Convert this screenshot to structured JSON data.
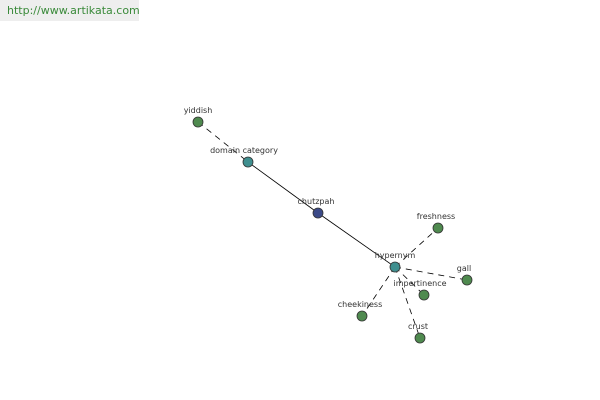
{
  "banner": {
    "url": "http://www.artikata.com"
  },
  "colors": {
    "background": "#ffffff",
    "banner_bg": "#eeeeee",
    "banner_text": "#3a8a3a",
    "edge": "#000000",
    "node_stroke": "#333333",
    "leaf_node": "#4f8a4f",
    "relation_node": "#3f8f8f",
    "center_node": "#3b4a88"
  },
  "graph": {
    "nodes": [
      {
        "id": "yiddish",
        "label": "yiddish",
        "kind": "leaf"
      },
      {
        "id": "domain-category",
        "label": "domain category",
        "kind": "relation"
      },
      {
        "id": "chutzpah",
        "label": "chutzpah",
        "kind": "center"
      },
      {
        "id": "hypernym",
        "label": "hypernym",
        "kind": "relation"
      },
      {
        "id": "freshness",
        "label": "freshness",
        "kind": "leaf"
      },
      {
        "id": "gall",
        "label": "gall",
        "kind": "leaf"
      },
      {
        "id": "impertinence",
        "label": "impertinence",
        "kind": "leaf"
      },
      {
        "id": "cheekiness",
        "label": "cheekiness",
        "kind": "leaf"
      },
      {
        "id": "crust",
        "label": "crust",
        "kind": "leaf"
      }
    ],
    "edges": [
      {
        "source": "yiddish",
        "target": "domain-category",
        "style": "dashed"
      },
      {
        "source": "domain-category",
        "target": "chutzpah",
        "style": "solid"
      },
      {
        "source": "chutzpah",
        "target": "hypernym",
        "style": "solid"
      },
      {
        "source": "hypernym",
        "target": "freshness",
        "style": "dashed"
      },
      {
        "source": "hypernym",
        "target": "gall",
        "style": "dashed"
      },
      {
        "source": "hypernym",
        "target": "impertinence",
        "style": "dashed"
      },
      {
        "source": "hypernym",
        "target": "cheekiness",
        "style": "dashed"
      },
      {
        "source": "hypernym",
        "target": "crust",
        "style": "dashed"
      }
    ]
  }
}
